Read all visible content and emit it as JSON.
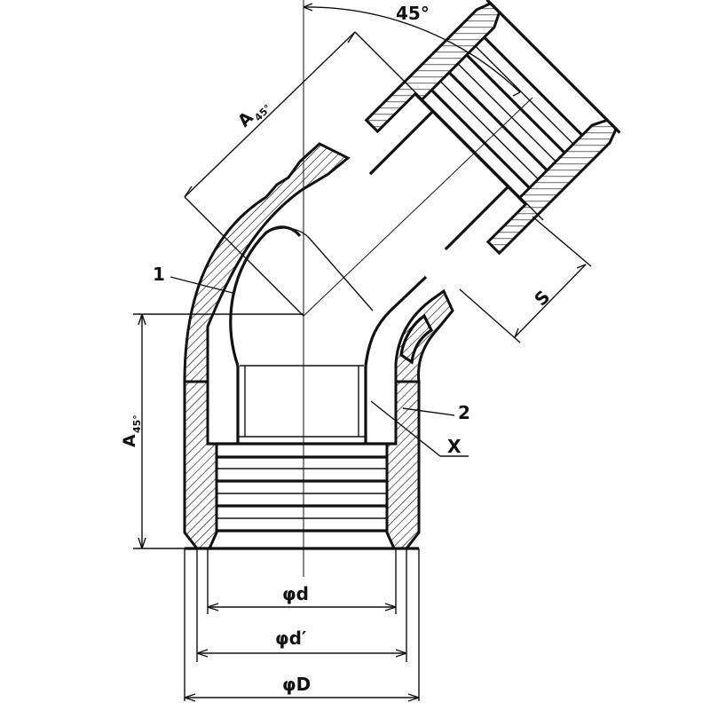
{
  "labels": {
    "angle": "45°",
    "a45_top": "A",
    "a45_top_sub": "45°",
    "a45_left": "A",
    "a45_left_sub": "45°",
    "s": "S",
    "part1": "1",
    "part2": "2",
    "x": "X",
    "phi_d": "φd",
    "phi_d_prime": "φd′",
    "phi_D": "φD"
  },
  "colors": {
    "line": "#111111",
    "hatch": "#111111",
    "background": "#ffffff"
  }
}
